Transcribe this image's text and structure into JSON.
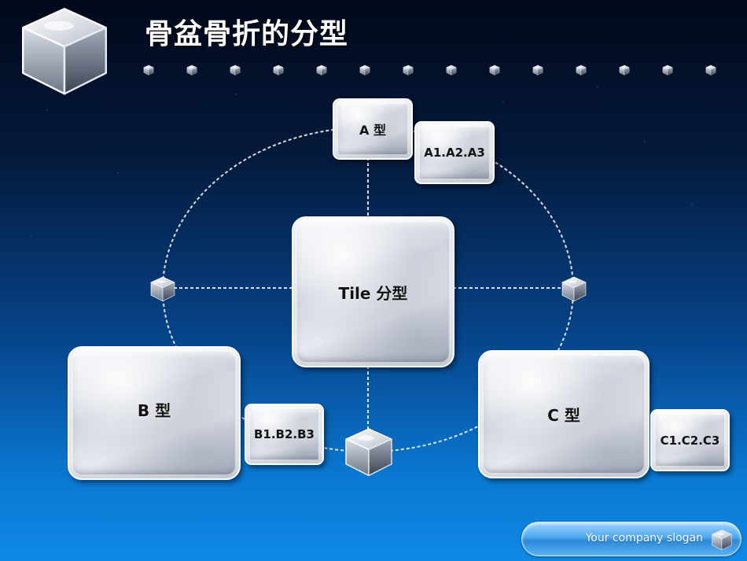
{
  "slide": {
    "title": "骨盆骨折的分型"
  },
  "diagram": {
    "center_label": "Tile 分型",
    "type_a": {
      "label": "A 型",
      "sub_label": "A1.A2.A3"
    },
    "type_b": {
      "label": "B 型",
      "sub_label": "B1.B2.B3"
    },
    "type_c": {
      "label": "C 型",
      "sub_label": "C1.C2.C3"
    }
  },
  "footer": {
    "slogan": "Your company slogan"
  },
  "icons": {
    "logo": "silver-cube-icon",
    "bullet": "small-cube-icon",
    "slogan": "cube-icon"
  },
  "colors": {
    "background_top": "#02081a",
    "background_bottom": "#0e8ae6",
    "tile_silver": "#cfd4de",
    "title_text": "#ffffff",
    "tile_text": "#111111"
  }
}
